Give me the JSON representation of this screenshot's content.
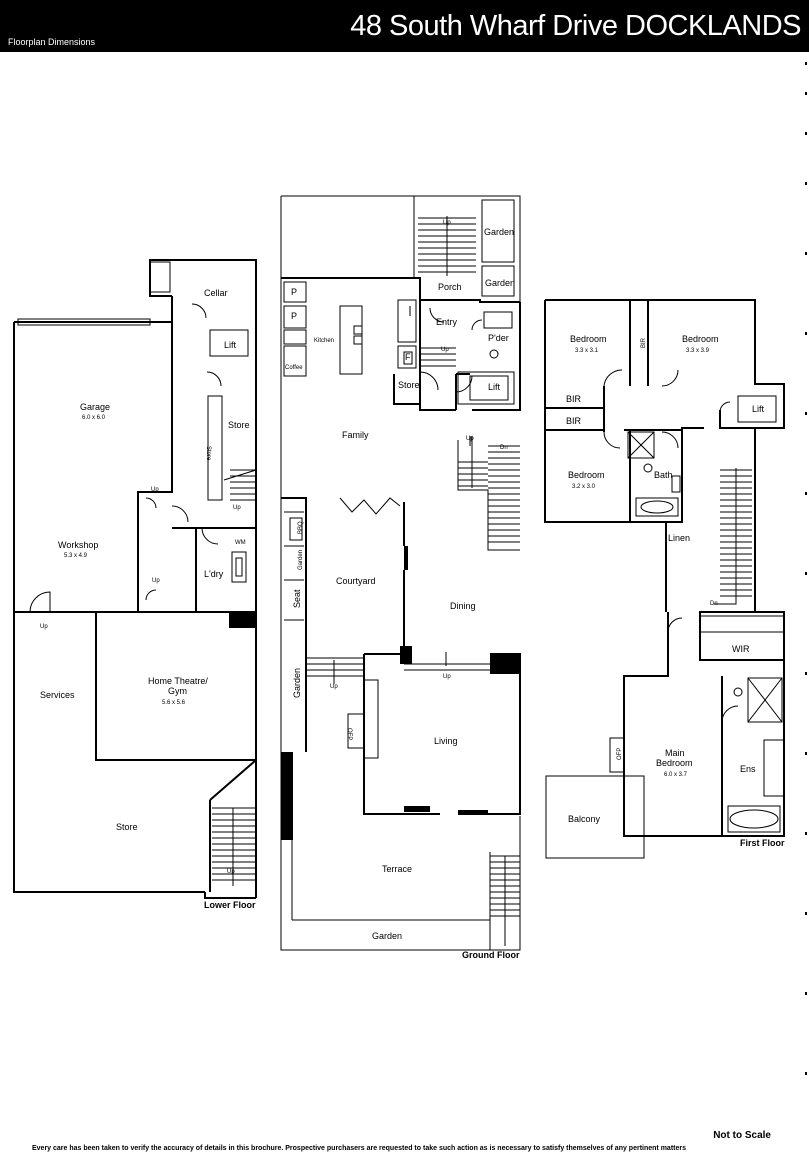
{
  "header": {
    "title": "48 South Wharf Drive DOCKLANDS",
    "subtitle": "Floorplan Dimensions"
  },
  "lower_floor": {
    "label": "Lower Floor",
    "rooms": {
      "cellar": "Cellar",
      "lift": "Lift",
      "store_small": "Store",
      "store_vertical": "Store",
      "garage": "Garage",
      "garage_dim": "6.0 x 6.0",
      "workshop": "Workshop",
      "workshop_dim": "5.3 x 4.9",
      "wm": "WM",
      "ldry": "L'dry",
      "services": "Services",
      "home_theatre_1": "Home Theatre/",
      "home_theatre_2": "Gym",
      "home_theatre_dim": "5.6 x 5.6",
      "store_big": "Store",
      "up_1": "Up",
      "up_2": "Up",
      "up_3": "Up",
      "up_4": "Up",
      "up_5": "Up"
    }
  },
  "ground_floor": {
    "label": "Ground Floor",
    "rooms": {
      "garden_top": "Garden",
      "garden_mid": "Garden",
      "porch": "Porch",
      "entry": "Entry",
      "pdr": "P'der",
      "p1": "P",
      "p2": "P",
      "kitchen": "Kitchen",
      "coffee": "Coffee",
      "f": "F",
      "store": "Store",
      "lift": "Lift",
      "family": "Family",
      "bbq": "BBQ",
      "garden_side": "Garden",
      "seat": "Seat",
      "courtyard": "Courtyard",
      "dining": "Dining",
      "garden_left": "Garden",
      "living": "Living",
      "terrace": "Terrace",
      "garden_bottom": "Garden",
      "ofp": "OFP",
      "up_1": "Up",
      "up_2": "Up",
      "up_3": "Up",
      "up_4": "Up",
      "up_5": "Up",
      "dn": "Dn"
    }
  },
  "first_floor": {
    "label": "First Floor",
    "rooms": {
      "bedroom1": "Bedroom",
      "bedroom1_dim": "3.3 x 3.1",
      "bedroom2": "Bedroom",
      "bedroom2_dim": "3.3 x 3.9",
      "bedroom3": "Bedroom",
      "bedroom3_dim": "3.2 x 3.0",
      "bir_1": "BIR",
      "bir_2": "BIR",
      "bir_3": "BIR",
      "lift": "Lift",
      "bath": "Bath",
      "linen": "Linen",
      "wir": "WIR",
      "main_bedroom_1": "Main",
      "main_bedroom_2": "Bedroom",
      "main_bedroom_dim": "6.0 x 3.7",
      "ens": "Ens",
      "balcony": "Balcony",
      "ofp": "OFP",
      "dn": "Dn"
    }
  },
  "footer": {
    "not_to_scale": "Not to Scale",
    "disclaimer": "Every care has been taken to verify the accuracy of details in this brochure. Prospective purchasers are requested to take such action as is necessary to satisfy themselves of any pertinent matters"
  }
}
